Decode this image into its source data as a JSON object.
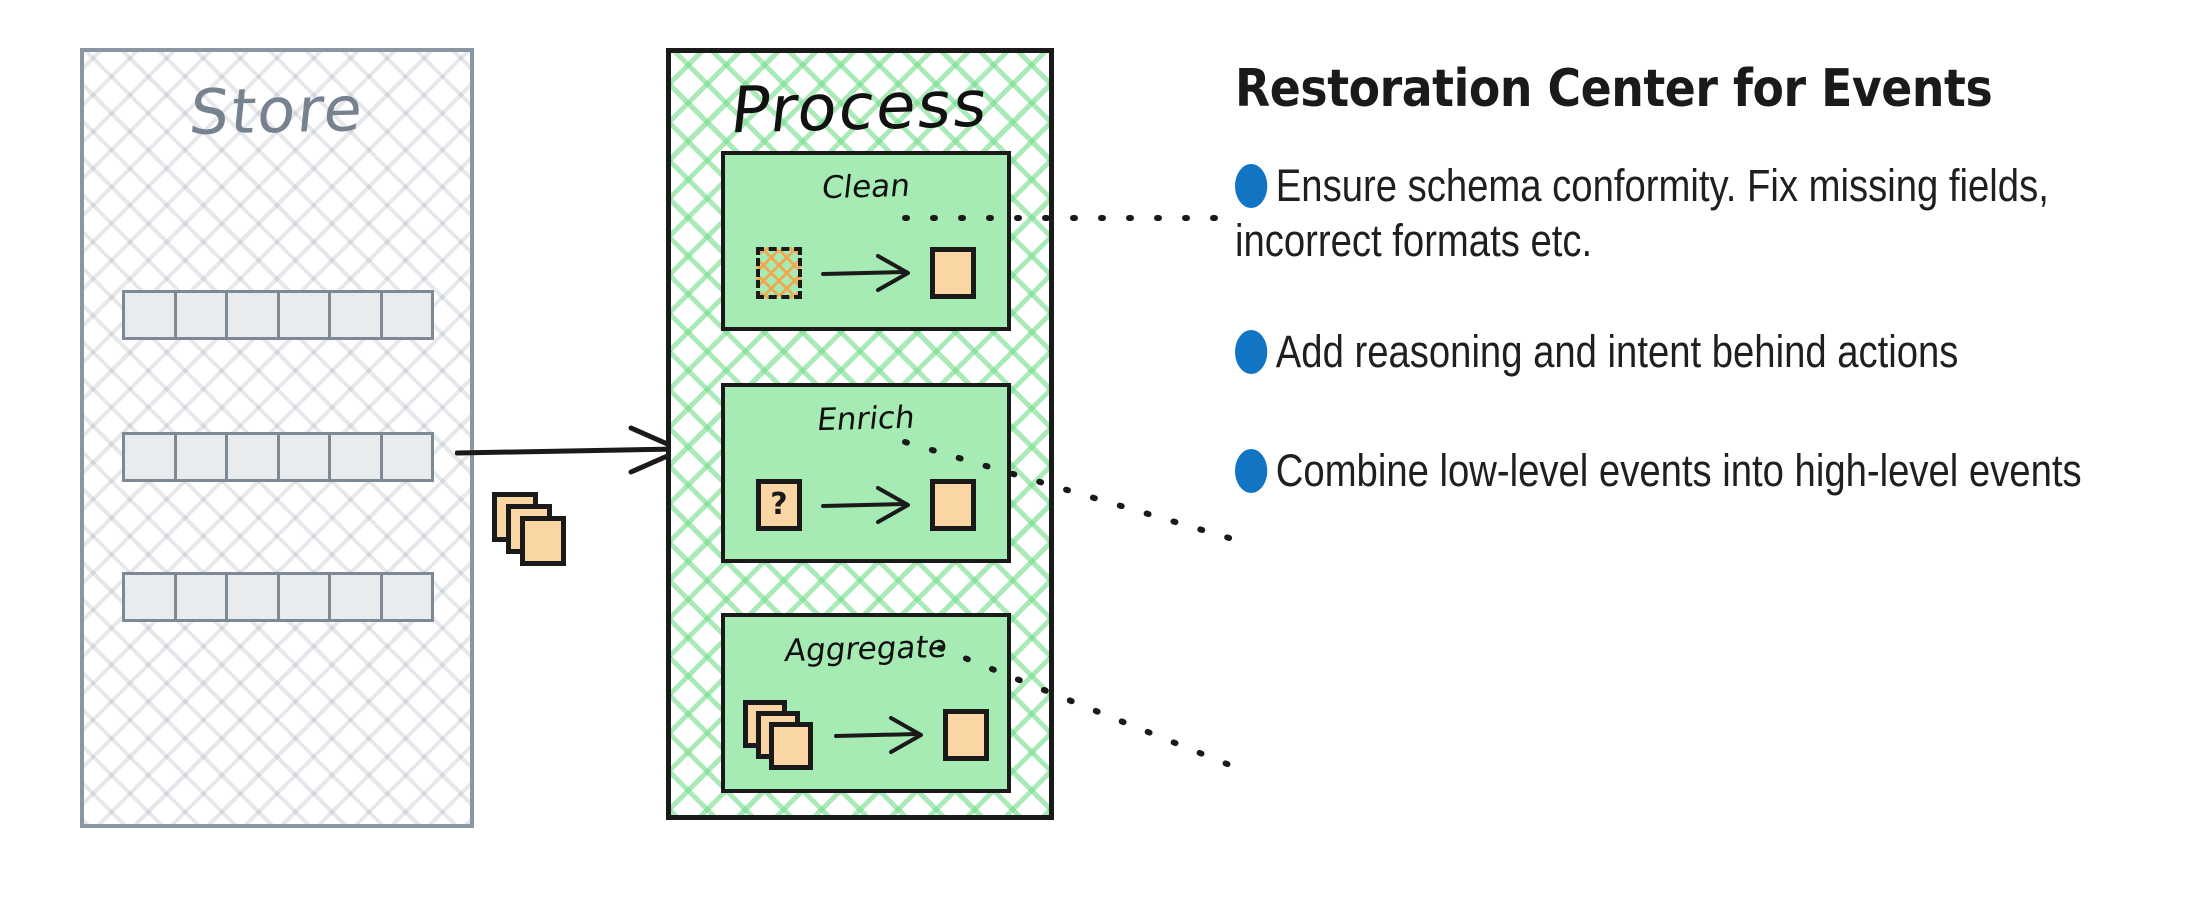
{
  "diagram": {
    "store_panel": {
      "title": "Store",
      "rows": [
        {
          "cells": 6
        },
        {
          "cells": 6
        },
        {
          "cells": 6
        }
      ]
    },
    "process_panel": {
      "title": "Process",
      "cards": [
        {
          "label": "Clean",
          "input_icon": "dashed-hatched-square-icon",
          "output_icon": "filled-square-icon"
        },
        {
          "label": "Enrich",
          "input_icon": "question-square-icon",
          "output_icon": "filled-square-icon",
          "input_text": "?"
        },
        {
          "label": "Aggregate",
          "input_icon": "stacked-squares-icon",
          "output_icon": "filled-square-icon"
        }
      ]
    },
    "connector": {
      "arrow_icon": "right-arrow-icon",
      "payload_icon": "stacked-documents-icon"
    }
  },
  "notes": {
    "title": "Restoration Center for Events",
    "bullet_color": "#1175c4",
    "items": [
      {
        "text": "Ensure schema conformity. Fix missing fields, incorrect formats etc."
      },
      {
        "text": "Add reasoning and intent behind actions"
      },
      {
        "text": "Combine low-level events into high-level events"
      }
    ]
  },
  "colors": {
    "store_stroke": "#8b96a3",
    "store_hatch": "#8b96a3",
    "process_stroke": "#1a1a1a",
    "process_hatch": "#75de8c",
    "card_fill": "#a6ebb4",
    "square_fill": "#fbd6a5",
    "square_hatch": "#f4a44d",
    "bullet": "#1175c4",
    "text": "#1a1a1a"
  }
}
